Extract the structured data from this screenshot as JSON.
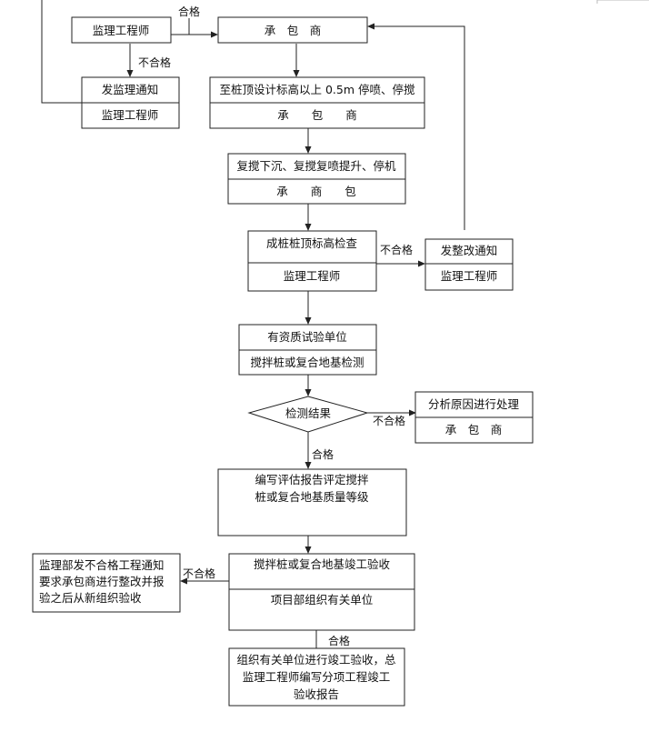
{
  "nodes": {
    "supervisor_top": "监理工程师",
    "contractor_top": "承　包　商",
    "notice_title": "发监理通知",
    "notice_role": "监理工程师",
    "stop_title": "至桩顶设计标高以上 0.5m 停喷、停搅",
    "stop_role": "承　　包　　商",
    "remix_title": "复搅下沉、复搅复喷提升、停机",
    "remix_role": "承　　商　　包",
    "elev_title": "成桩桩顶标高检查",
    "elev_role": "监理工程师",
    "rectify_title": "发整改通知",
    "rectify_role": "监理工程师",
    "lab_title": "有资质试验单位",
    "lab_role": "搅拌桩或复合地基检测",
    "result": "检测结果",
    "analyze_title": "分析原因进行处理",
    "analyze_role": "承　包　商",
    "report_line1": "编写评估报告评定搅拌",
    "report_line2": "桩或复合地基质量等级",
    "accept_title": "搅拌桩或复合地基竣工验收",
    "accept_role": "项目部组织有关单位",
    "reject_line1": "监理部发不合格工程通知",
    "reject_line2": "要求承包商进行整改并报",
    "reject_line3": "验之后从新组织验收",
    "final_line1": "组织有关单位进行竣工验收，总",
    "final_line2": "监理工程师编写分项工程竣工",
    "final_line3": "验收报告"
  },
  "labels": {
    "pass_top": "合格",
    "fail_top": "不合格",
    "fail_elev": "不合格",
    "fail_result": "不合格",
    "pass_result": "合格",
    "fail_accept": "不合格",
    "pass_accept": "合格"
  }
}
